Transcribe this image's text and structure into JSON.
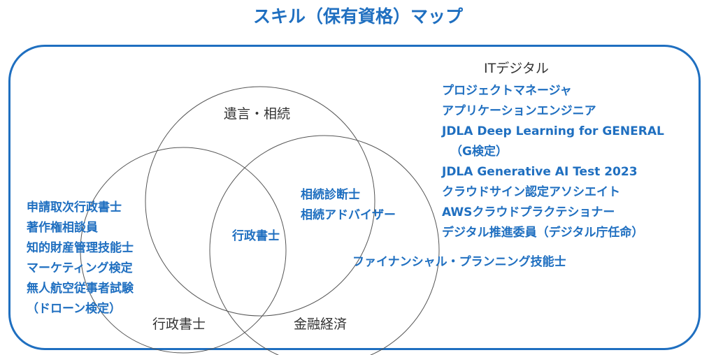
{
  "title": "スキル（保有資格）マップ",
  "circles": {
    "inheritance": "遺言・相続",
    "admin": "行政書士",
    "finance": "金融経済"
  },
  "it_category": "ITデジタル",
  "center": "行政書士",
  "inheritance_finance": [
    "相続診断士",
    "相続アドバイザー"
  ],
  "finance_only": "ファイナンシャル・プランニング技能士",
  "admin_only": [
    "申請取次行政書士",
    "著作権相談員",
    "知的財産管理技能士",
    "マーケティング検定",
    "無人航空従事者試験",
    "（ドローン検定）"
  ],
  "it_items": [
    "プロジェクトマネージャ",
    "アプリケーションエンジニア",
    "JDLA Deep Learning for GENERAL",
    "（G検定）",
    "JDLA Generative AI Test 2023",
    "クラウドサイン認定アソシエイト",
    "AWSクラウドプラクテショナー",
    "デジタル推進委員（デジタル庁任命）"
  ],
  "colors": {
    "accent": "#1f6fc0",
    "circle_stroke": "#555555",
    "label_text": "#333333"
  }
}
